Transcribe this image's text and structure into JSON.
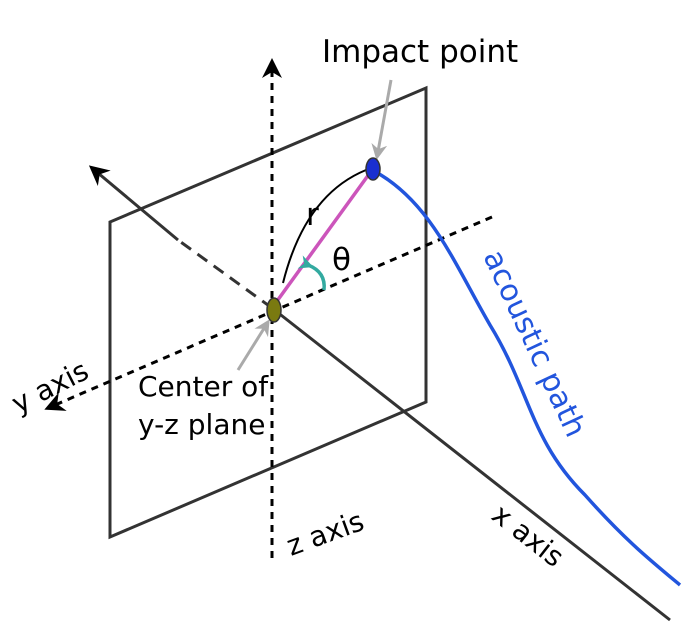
{
  "labels": {
    "impact_point": "Impact point",
    "r": "r",
    "theta": "θ",
    "acoustic_path": "acoustic path",
    "y_axis": "y axis",
    "center_line1": "Center of",
    "center_line2": "y-z plane",
    "z_axis": "z axis",
    "x_axis": "x axis"
  },
  "colors": {
    "line": "#333333",
    "radius": "#cc55bb",
    "acoustic": "#2255dd",
    "angle": "#33aaa0",
    "pointer": "#aaaaaa",
    "impact_point": "#1a2fd0",
    "center_point": "#7a7a10"
  }
}
